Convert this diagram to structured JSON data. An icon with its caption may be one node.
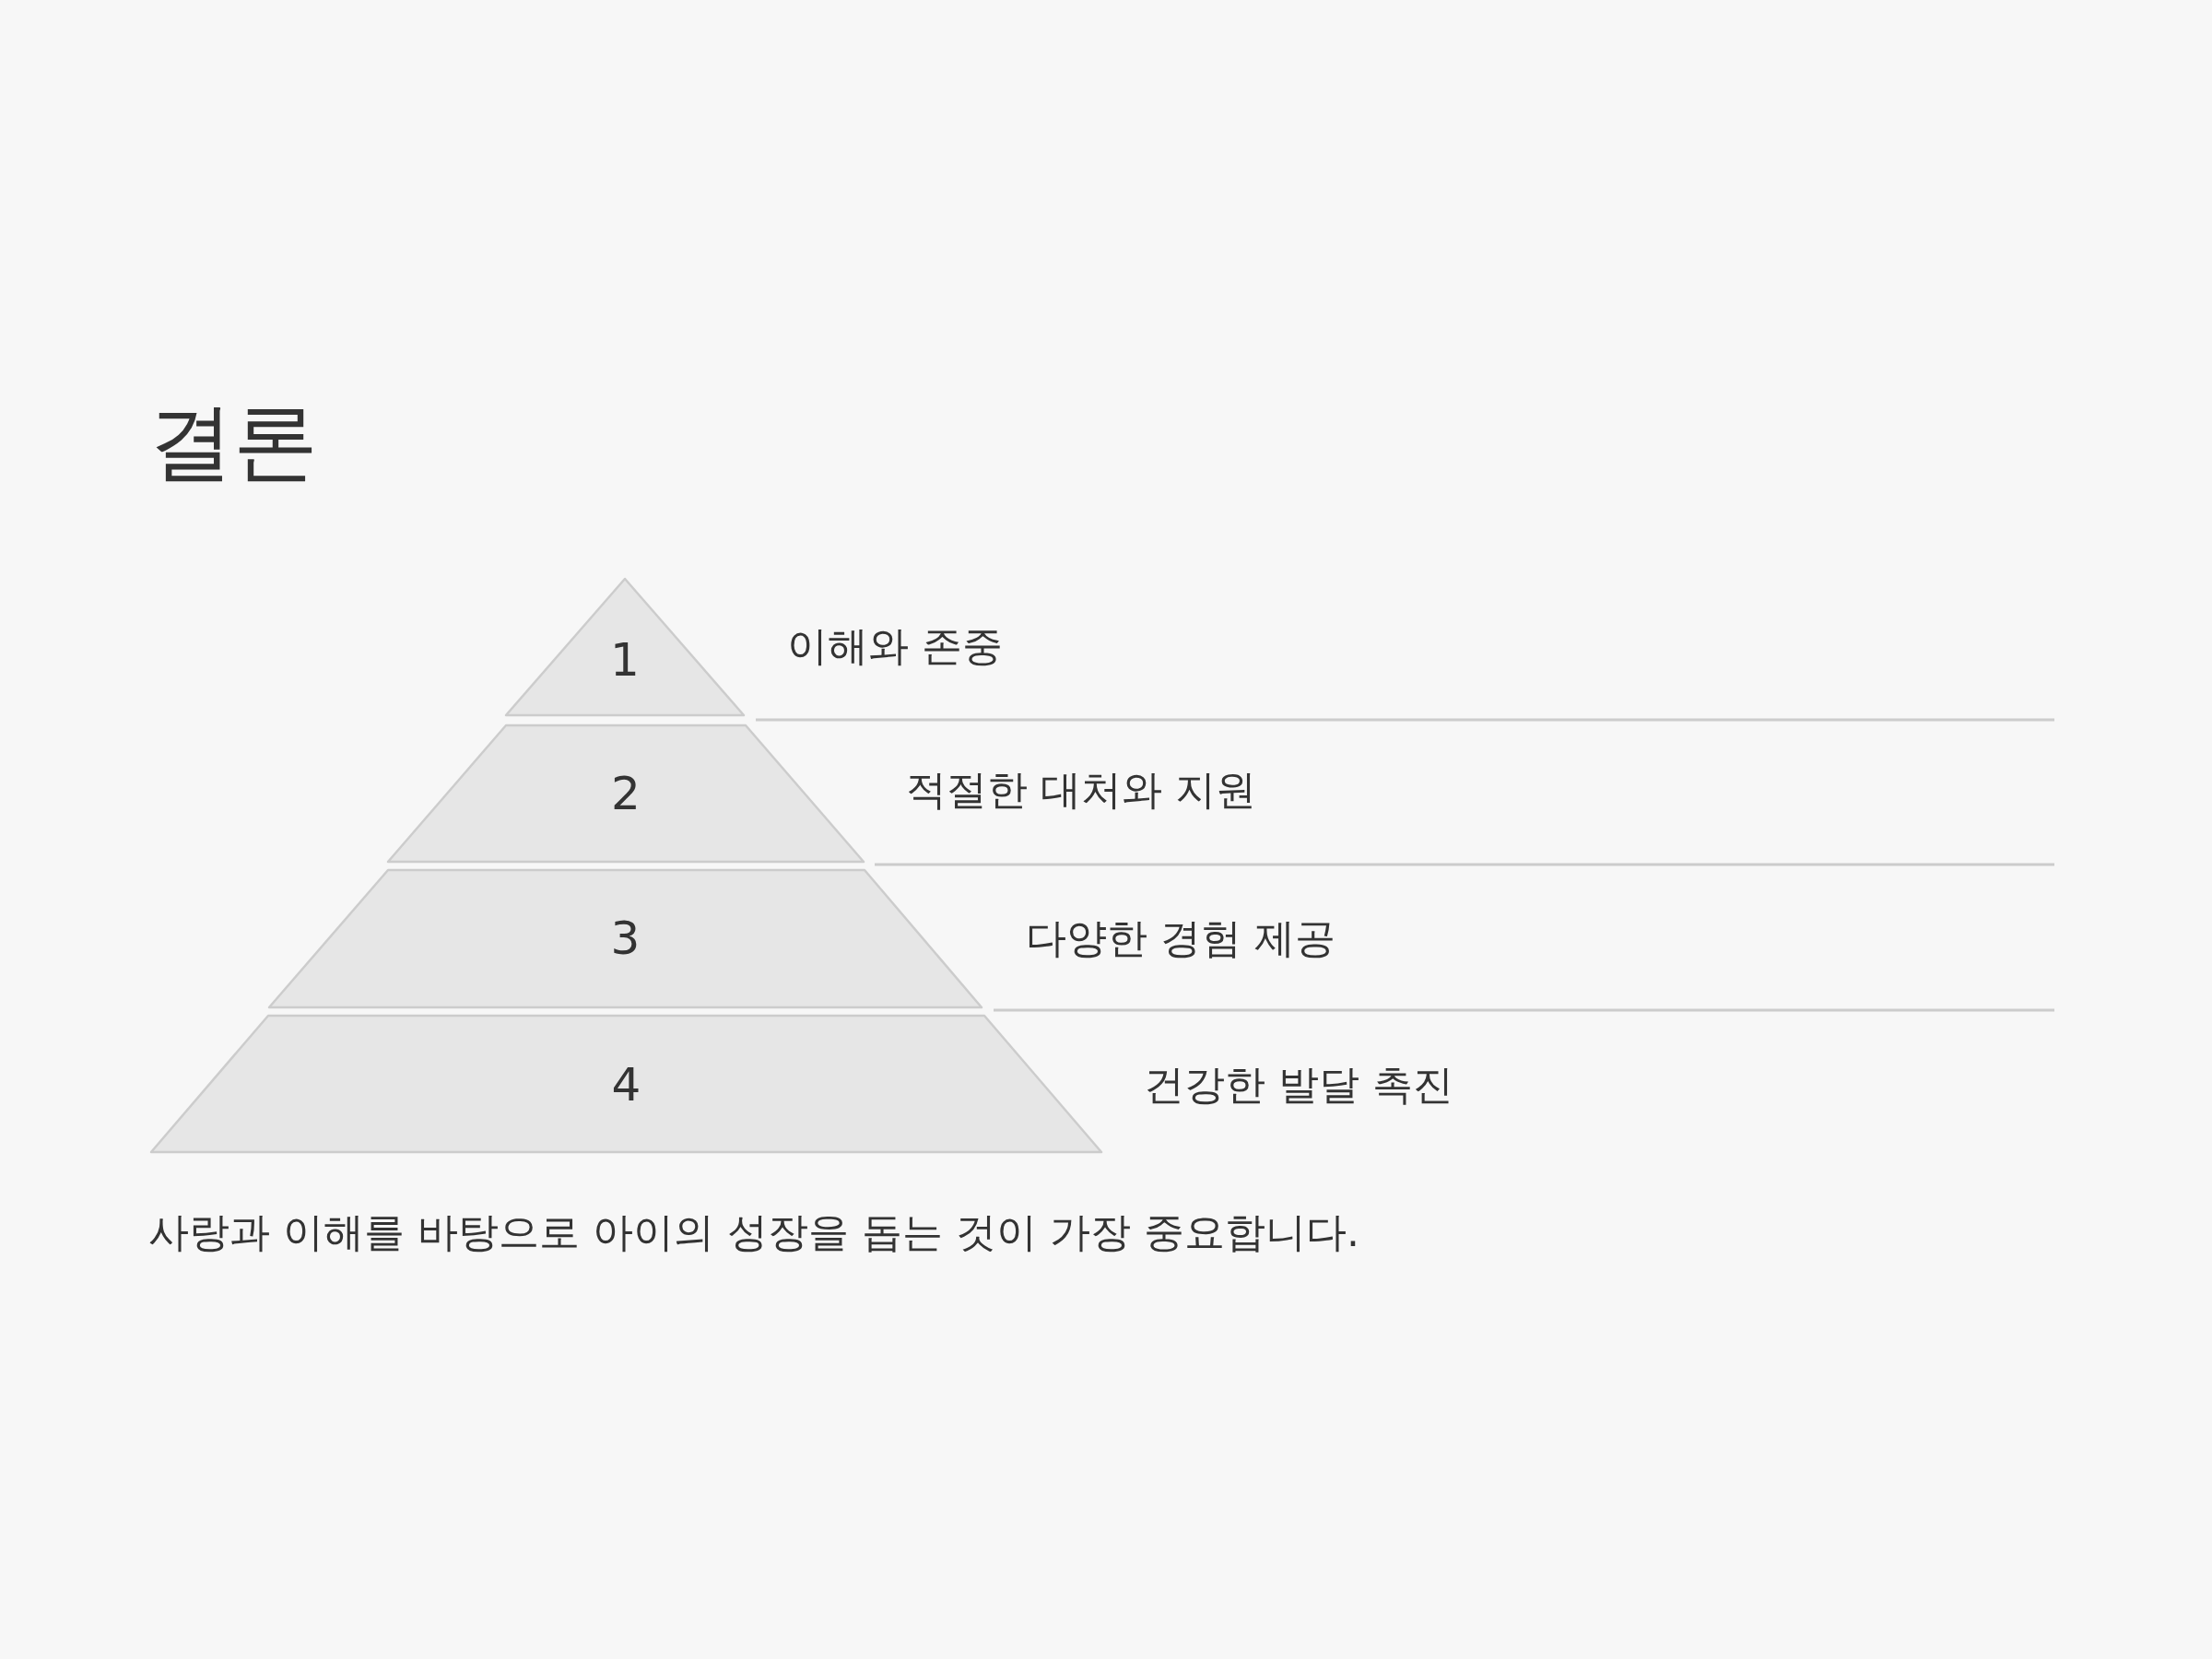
{
  "diagram": {
    "title": "결론",
    "nodes": [
      {
        "text": [
          "1"
        ],
        "beside": [
          "이해와 존중"
        ]
      },
      {
        "text": [
          "2"
        ],
        "beside": [
          "적절한 대처와 지원"
        ]
      },
      {
        "text": [
          "3"
        ],
        "beside": [
          "다양한 경험 제공"
        ]
      },
      {
        "text": [
          "4"
        ],
        "beside": [
          "건강한 발달 촉진"
        ]
      }
    ],
    "caption": "사랑과 이해를 바탕으로 아이의 성장을 돕는 것이 가장 중요합니다."
  }
}
